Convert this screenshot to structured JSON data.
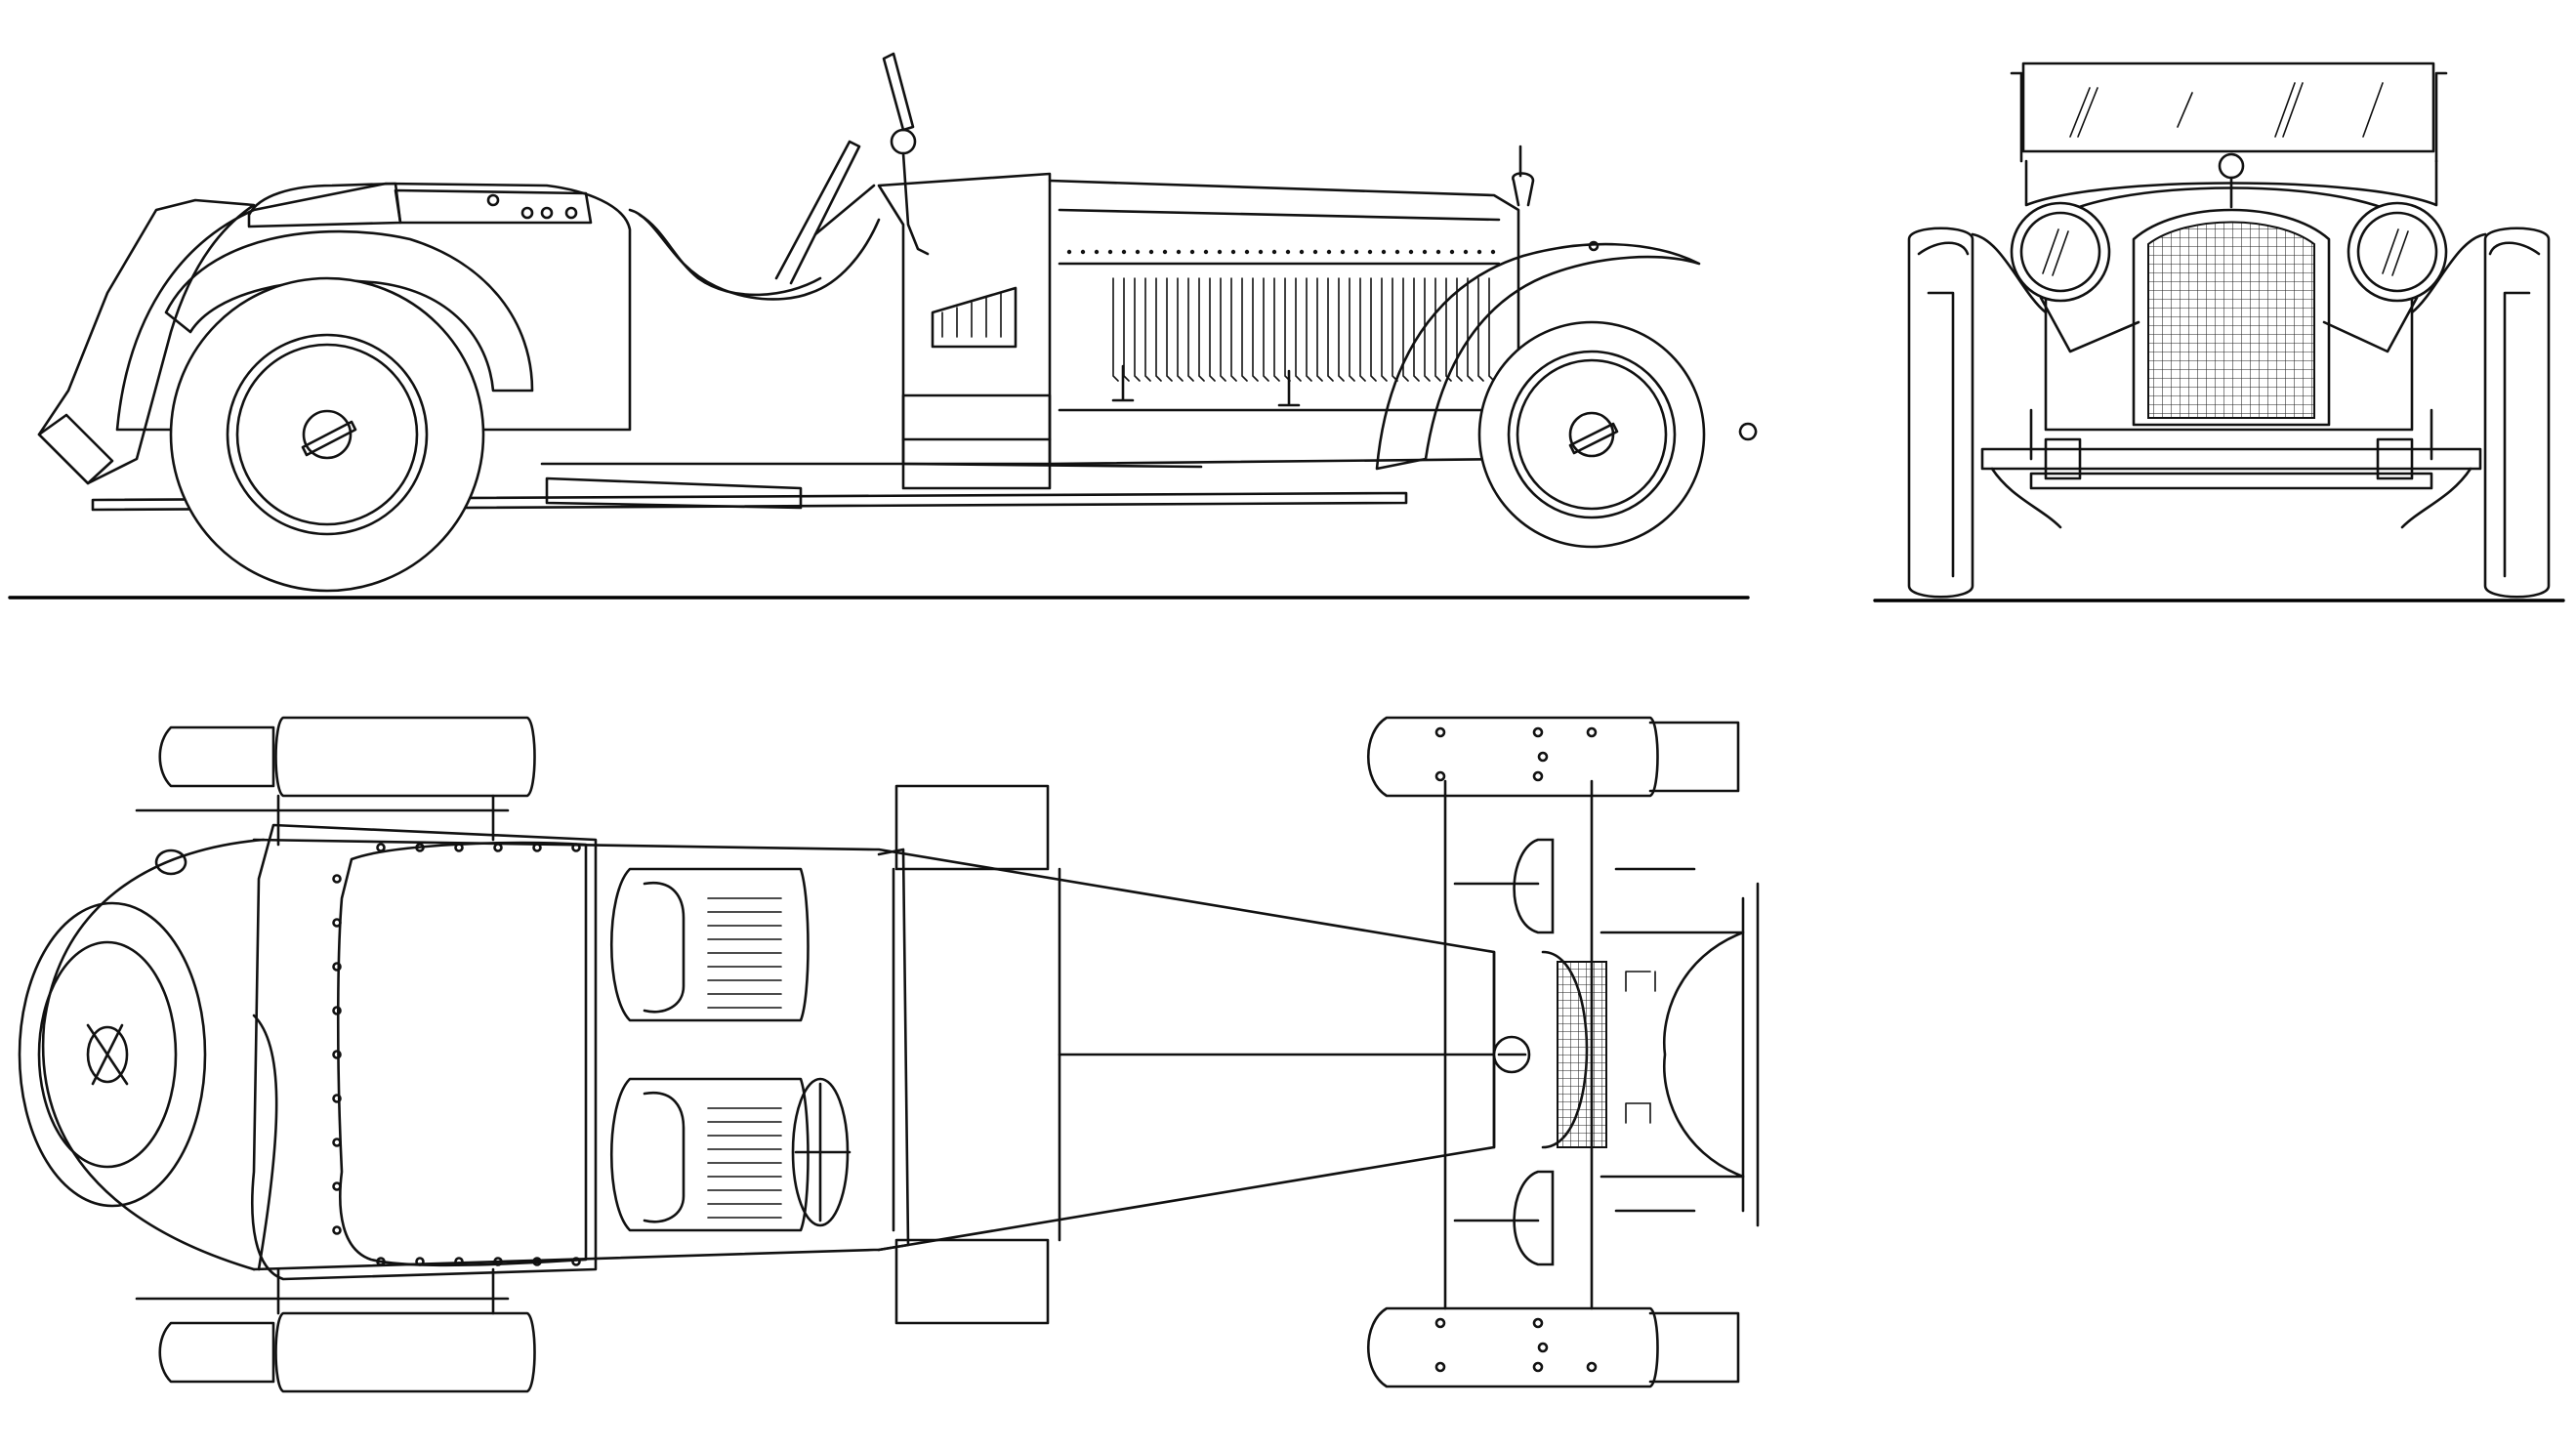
{
  "drawing": {
    "views": [
      {
        "id": "side",
        "label": ""
      },
      {
        "id": "front",
        "label": ""
      },
      {
        "id": "top",
        "label": ""
      }
    ],
    "line_color": "#111111",
    "background": "#ffffff"
  }
}
